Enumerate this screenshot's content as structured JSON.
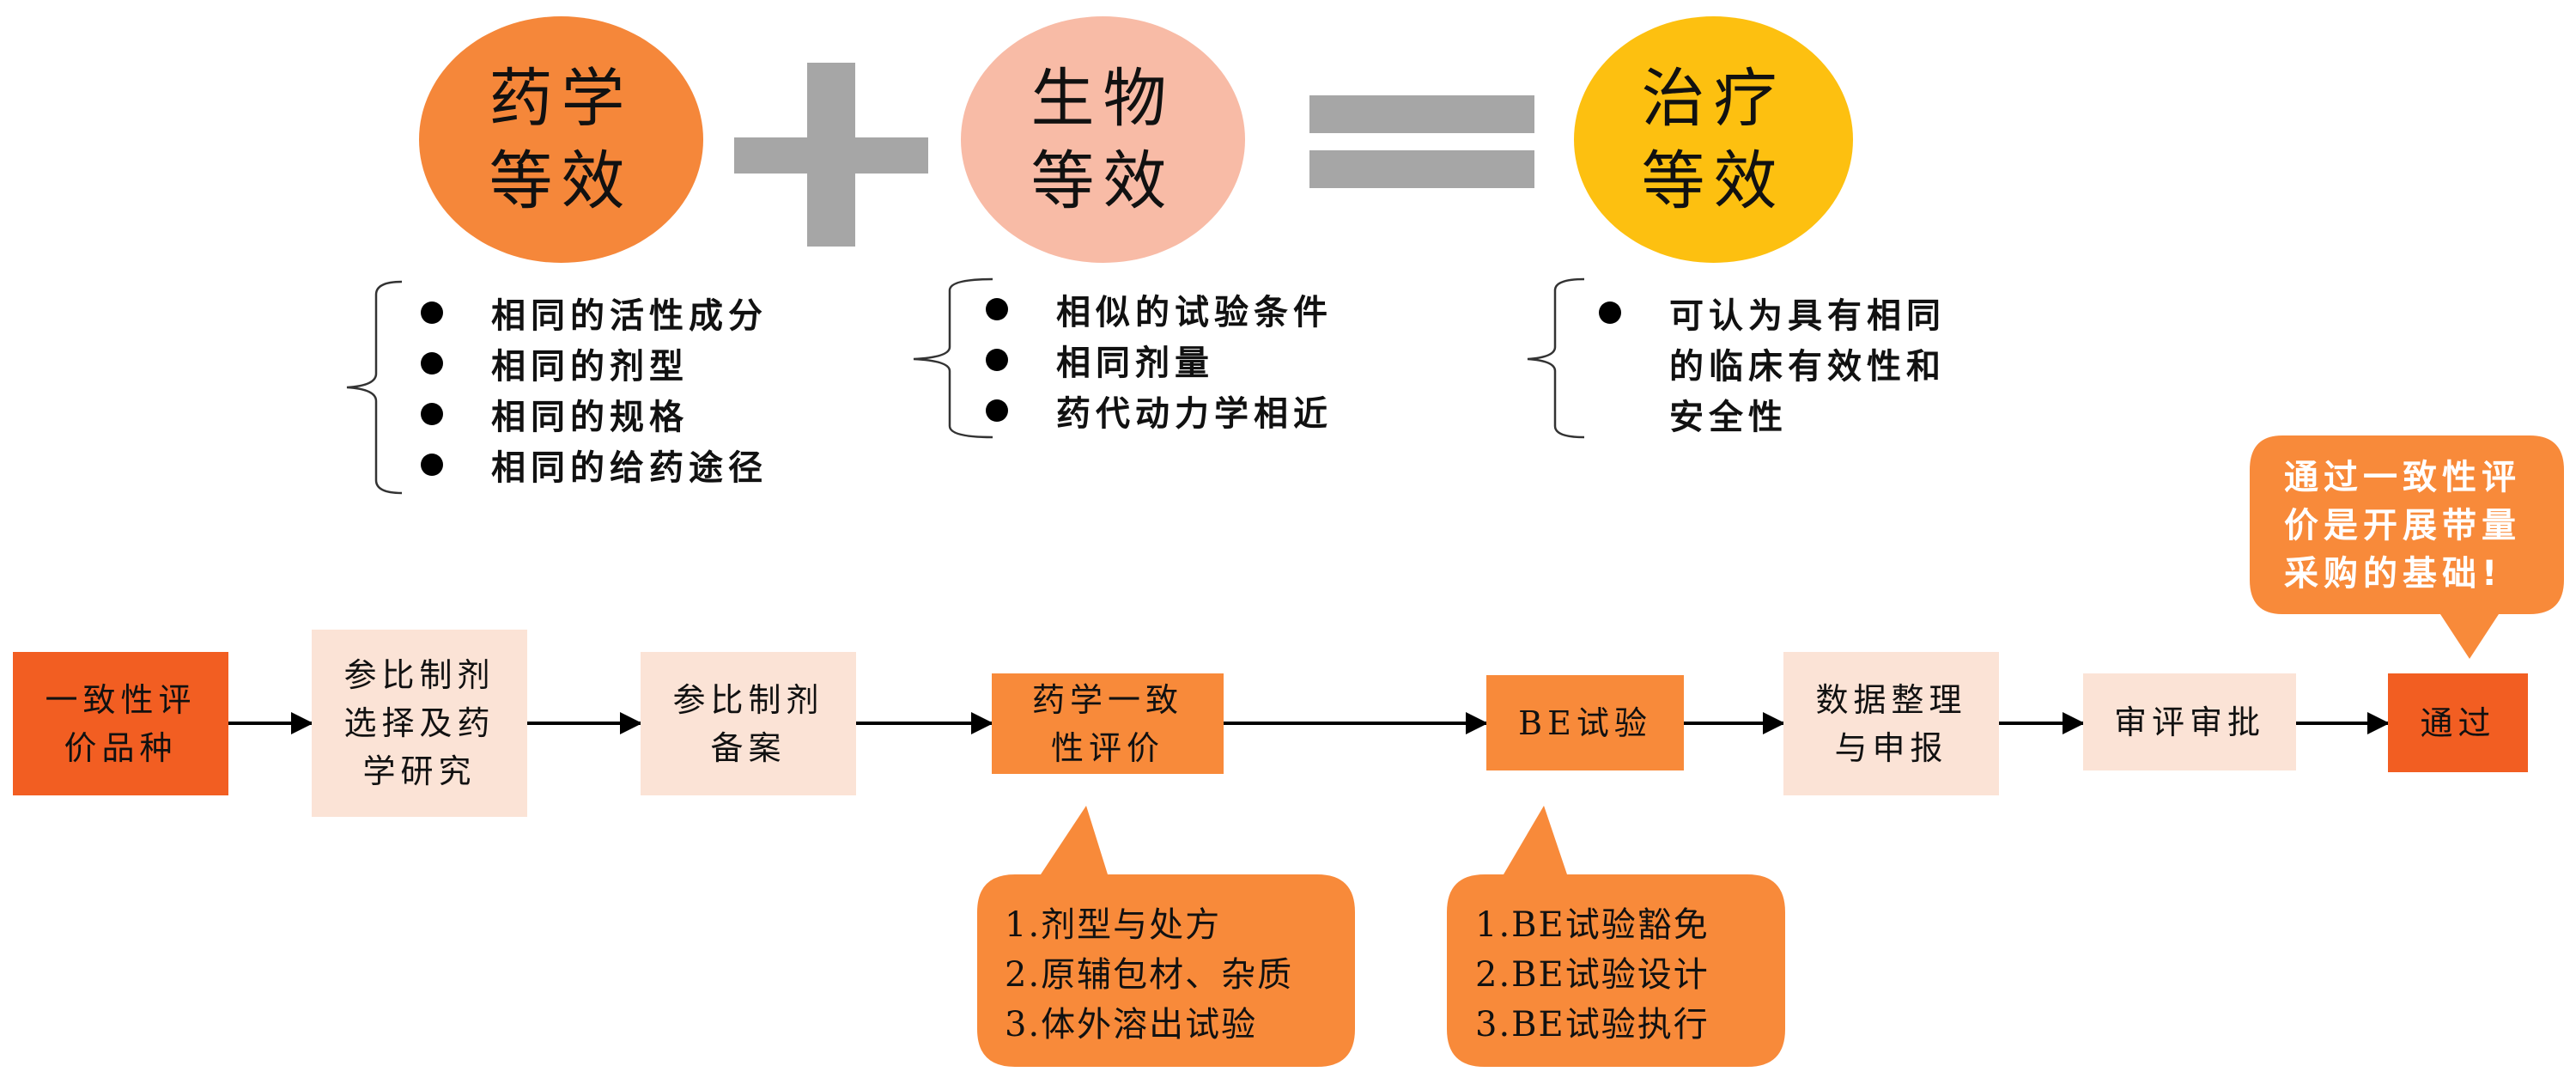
{
  "equation": {
    "term1": {
      "line1": "药学",
      "line2": "等效",
      "color": "#F5873A"
    },
    "operator1": "plus",
    "term2": {
      "line1": "生物",
      "line2": "等效",
      "color": "#F8BBA6"
    },
    "operator2": "equals",
    "result": {
      "line1": "治疗",
      "line2": "等效",
      "color": "#FDC010"
    }
  },
  "criteria": {
    "pharmaceutical": [
      "相同的活性成分",
      "相同的剂型",
      "相同的规格",
      "相同的给药途径"
    ],
    "bio": [
      "相似的试验条件",
      "相同剂量",
      "药代动力学相近"
    ],
    "therapeutic": {
      "line1": "可认为具有相同",
      "line2": "的临床有效性和",
      "line3": "安全性"
    }
  },
  "flow": {
    "steps": [
      {
        "line1": "一致性评",
        "line2": "价品种",
        "line3": ""
      },
      {
        "line1": "参比制剂",
        "line2": "选择及药",
        "line3": "学研究"
      },
      {
        "line1": "参比制剂",
        "line2": "备案",
        "line3": ""
      },
      {
        "line1": "药学一致",
        "line2": "性评价",
        "line3": ""
      },
      {
        "line1": "BE试验",
        "line2": "",
        "line3": ""
      },
      {
        "line1": "数据整理",
        "line2": "与申报",
        "line3": ""
      },
      {
        "line1": "审评审批",
        "line2": "",
        "line3": ""
      },
      {
        "line1": "通过",
        "line2": "",
        "line3": ""
      }
    ],
    "colors": {
      "start_end": "#F25E22",
      "neutral": "#FBE3D6",
      "key": "#F88A3A"
    }
  },
  "callouts": {
    "pass": {
      "line1": "通过一致性评",
      "line2": "价是开展带量",
      "line3": "采购的基础!"
    },
    "pharma": [
      "1.剂型与处方",
      "2.原辅包材、杂质",
      "3.体外溶出试验"
    ],
    "be": [
      "1.BE试验豁免",
      "2.BE试验设计",
      "3.BE试验执行"
    ]
  }
}
